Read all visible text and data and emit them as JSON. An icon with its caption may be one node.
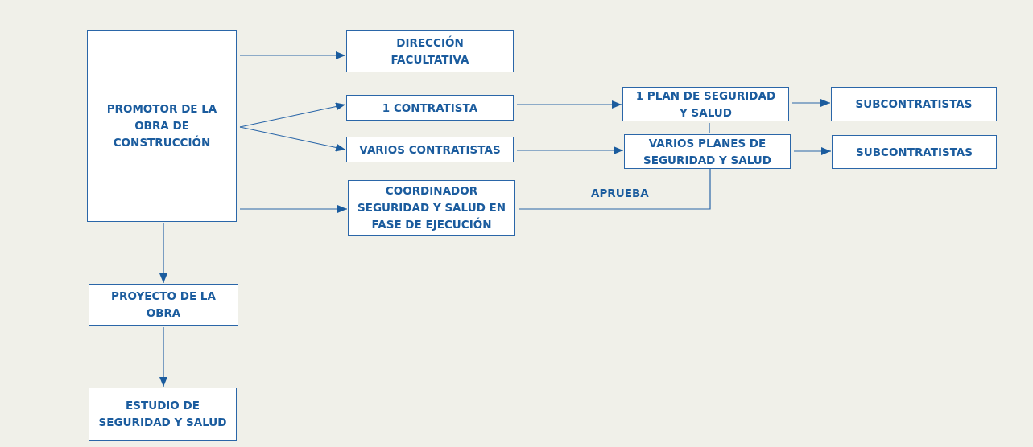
{
  "diagram": {
    "nodes": [
      {
        "text": [
          "PROMOTOR DE LA OBRA DE CONSTRUCCIÓN"
        ]
      },
      {
        "text": [
          "DIRECCIÓN FACULTATIVA"
        ]
      },
      {
        "text": [
          "1 CONTRATISTA"
        ]
      },
      {
        "text": [
          "VARIOS CONTRATISTAS"
        ]
      },
      {
        "text": [
          "COORDINADOR SEGURIDAD Y SALUD EN FASE DE EJECUCIÓN"
        ]
      },
      {
        "text": [
          "1 PLAN DE SEGURIDAD Y SALUD"
        ]
      },
      {
        "text": [
          "VARIOS PLANES DE SEGURIDAD Y SALUD"
        ]
      },
      {
        "text": [
          "SUBCONTRATISTAS"
        ]
      },
      {
        "text": [
          "SUBCONTRATISTAS"
        ]
      },
      {
        "text": [
          "PROYECTO DE LA OBRA"
        ]
      },
      {
        "text": [
          "ESTUDIO DE SEGURIDAD Y SALUD"
        ]
      }
    ],
    "edges": [
      {
        "from": 0,
        "to": 1,
        "arrow": "to"
      },
      {
        "from": 0,
        "to": 2,
        "arrow": "to"
      },
      {
        "from": 0,
        "to": 3,
        "arrow": "to"
      },
      {
        "from": 0,
        "to": 4,
        "arrow": "to"
      },
      {
        "from": 2,
        "to": 5,
        "arrow": "to"
      },
      {
        "from": 3,
        "to": 6,
        "arrow": "to"
      },
      {
        "from": 5,
        "to": 7,
        "arrow": "to"
      },
      {
        "from": 6,
        "to": 8,
        "arrow": "to"
      },
      {
        "from": 5,
        "to": 6,
        "arrow": "none"
      },
      {
        "from": 4,
        "to": 6,
        "arrow": "none",
        "label": "APRUEBA"
      },
      {
        "from": 0,
        "to": 9,
        "arrow": "to"
      },
      {
        "from": 9,
        "to": 10,
        "arrow": "to"
      }
    ]
  }
}
